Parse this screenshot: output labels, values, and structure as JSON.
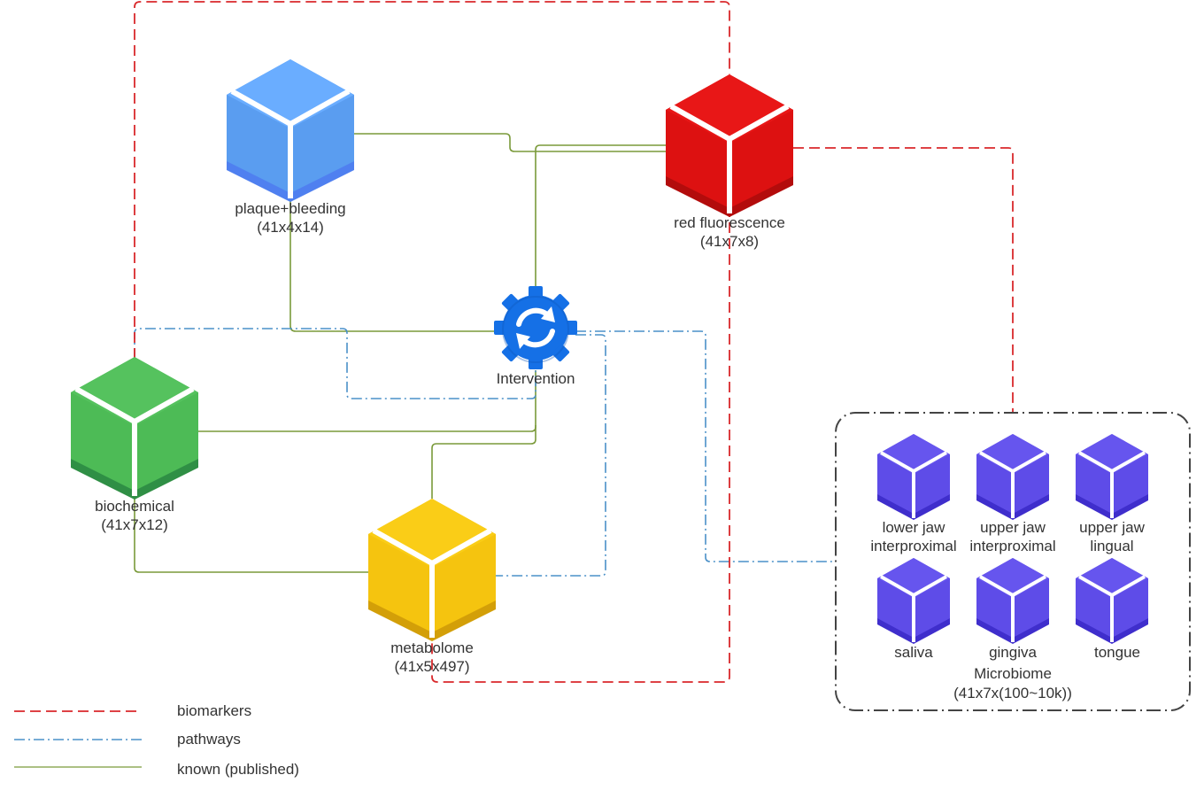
{
  "colors": {
    "biomarkers": "#d9282b",
    "pathways": "#4a90c8",
    "known": "#7a9a3a",
    "plaque_cube": [
      "#6aadff",
      "#5a9df0",
      "#4f80f0"
    ],
    "red_cube": [
      "#e81717",
      "#dd1111",
      "#b30c0c"
    ],
    "biochemical_cube": [
      "#55c25e",
      "#4dbb56",
      "#2f8f45"
    ],
    "metabolome_cube": [
      "#facd17",
      "#f5c40f",
      "#d39f08"
    ],
    "microbiome_cube": [
      "#6655ee",
      "#5e4ce8",
      "#3f2ecc"
    ],
    "intervention_gear": "#1570e6"
  },
  "nodes": {
    "plaque": {
      "name": "plaque+bleeding",
      "dims": "(41x4x14)"
    },
    "red": {
      "name": "red fluorescence",
      "dims": "(41x7x8)"
    },
    "biochemical": {
      "name": "biochemical",
      "dims": "(41x7x12)"
    },
    "metabolome": {
      "name": "metabolome",
      "dims": "(41x5x497)"
    },
    "intervention": {
      "name": "Intervention",
      "icon": "refresh-gear-icon"
    }
  },
  "microbiome": {
    "title": "Microbiome",
    "dims": "(41x7x(100~10k))",
    "sites": [
      {
        "line1": "lower jaw",
        "line2": "interproximal"
      },
      {
        "line1": "upper jaw",
        "line2": "interproximal"
      },
      {
        "line1": "upper jaw",
        "line2": "lingual"
      },
      {
        "line1": "saliva",
        "line2": ""
      },
      {
        "line1": "gingiva",
        "line2": ""
      },
      {
        "line1": "tongue",
        "line2": ""
      }
    ]
  },
  "legend": {
    "biomarkers": "biomarkers",
    "pathways": "pathways",
    "known": "known (published)"
  }
}
